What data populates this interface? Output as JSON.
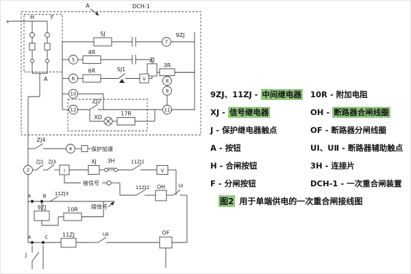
{
  "colors": {
    "highlight": "#8fc97d",
    "line": "#3f3f3f",
    "text": "#1c1c1c",
    "background": "#ffffff"
  },
  "legend": {
    "dash": "-",
    "col1": [
      {
        "term": "9ZJ、11ZJ",
        "def": "中间继电器",
        "hl": true
      },
      {
        "term": "XJ",
        "def": "信号继电器",
        "hl": true
      },
      {
        "term": "J",
        "def": "保护继电器触点",
        "hl": false
      },
      {
        "term": "A",
        "def": "按钮",
        "hl": false
      },
      {
        "term": "H",
        "def": "合闸按钮",
        "hl": false
      },
      {
        "term": "F",
        "def": "分闸按钮",
        "hl": false
      }
    ],
    "col2": [
      {
        "term": "10R",
        "def": "附加电阻",
        "hl": false
      },
      {
        "term": "OH",
        "def": "断路器合闸线圈",
        "hl": true
      },
      {
        "term": "OF",
        "def": "断路器分闸线圈",
        "hl": false
      },
      {
        "term": "UⅠ、UⅡ",
        "def": "断路器辅助触点",
        "hl": false
      },
      {
        "term": "3H",
        "def": "连接片",
        "hl": false
      },
      {
        "term": "DCH-1",
        "def": "一次重合闸装置",
        "hl": false
      }
    ],
    "caption_tag": "图2",
    "caption_text": "用于单端供电的一次重合闸接线图",
    "caption_hl": true
  },
  "circuit": {
    "plus": "+",
    "h": "H",
    "f": "F",
    "a_top": "A",
    "a_mid": "A",
    "dch1": "DCH-1",
    "sj": "SJ",
    "r4": "4R",
    "r6": "6R",
    "sj1": "SJ1",
    "zj": "ZJ",
    "v1": "V",
    "r3": "3R",
    "zj9_label": "9ZJ",
    "n2": "2",
    "n4": "4",
    "n5": "5",
    "n6": "6",
    "n7": "7",
    "n8": "8",
    "n9": "9",
    "n10": "10",
    "n11": "11",
    "n12": "12",
    "zj2": "ZJ2",
    "xd": "XD",
    "r17": "17R",
    "zj4": "ZJ4",
    "protect": "保护加速",
    "zj1": "ZJ1",
    "zj3": "ZJ3",
    "roman1": "Ⅰ",
    "xj": "XJ",
    "h3": "3H",
    "zj11_1": "11ZJ1",
    "v2": "V",
    "signal1": "接信号",
    "zj11_2": "11ZJ2",
    "oh": "OH",
    "u1": "UⅠ",
    "a_row1": "A",
    "b_row1": "B",
    "zj11_3": "11ZJ3",
    "signal2": "接信号",
    "zj9_box": "9ZJ",
    "r10": "10R",
    "a_row2": "A",
    "c_row2": "C",
    "zj11_box": "11ZJ",
    "u2": "UⅡ",
    "of": "OF",
    "j": "J"
  }
}
